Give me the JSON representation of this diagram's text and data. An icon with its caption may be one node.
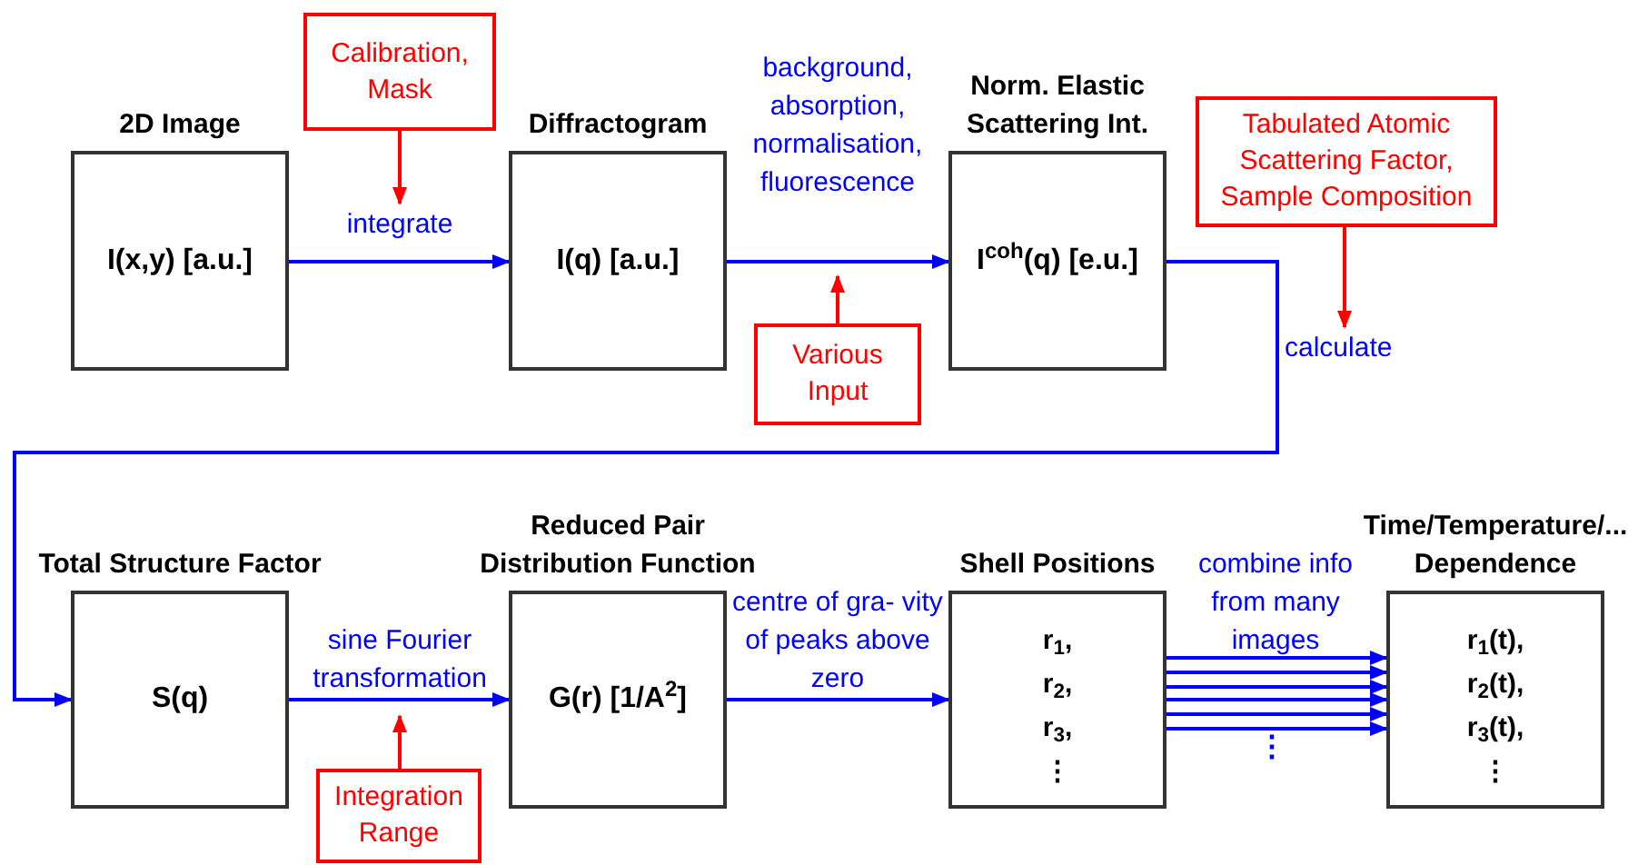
{
  "diagram": {
    "nodes": [
      {
        "text": [
          "2D Image",
          "I(x,y) [a.u.]"
        ]
      },
      {
        "text": [
          "Diffractogram",
          "I(q) [a.u.]"
        ]
      },
      {
        "text": [
          "Norm. Elastic Scattering Int.",
          "I$^{coh}$(q) [e.u.]"
        ]
      },
      {
        "text": [
          "Total Structure Factor",
          "S(q)"
        ]
      },
      {
        "text": [
          "Reduced Pair Distribution Function",
          "G(r) [1/A$^{2}$]"
        ]
      },
      {
        "text": [
          "Shell Positions",
          "r$_{1}$,",
          "r$_{2}$,",
          "r$_{3}$,",
          "⋮"
        ]
      },
      {
        "text": [
          "Time/Temperature/... Dependence",
          "r$_{1}$(t),",
          "r$_{2}$(t),",
          "r$_{3}$(t),",
          "⋮"
        ]
      },
      {
        "text": [
          "Calibration, Mask"
        ]
      },
      {
        "text": [
          "Various Input"
        ]
      },
      {
        "text": [
          "Tabulated Atomic Scattering Factor, Sample Composition"
        ]
      },
      {
        "text": [
          "Integration Range"
        ]
      }
    ],
    "edges": [
      {
        "from": 0,
        "to": 1,
        "arrow": "to",
        "label": "integrate"
      },
      {
        "from": 1,
        "to": 2,
        "arrow": "to",
        "label": "background, absorption, normalisation, fluorescence"
      },
      {
        "from": 2,
        "to": 3,
        "arrow": "to",
        "label": "calculate"
      },
      {
        "from": 3,
        "to": 4,
        "arrow": "to",
        "label": "sine Fourier transformation"
      },
      {
        "from": 4,
        "to": 5,
        "arrow": "to",
        "label": "centre of gra- vity of peaks above zero"
      },
      {
        "from": 5,
        "to": 6,
        "arrow": "to",
        "label": "combine info from many images"
      },
      {
        "from": 5,
        "to": 6,
        "arrow": "to"
      },
      {
        "from": 5,
        "to": 6,
        "arrow": "to"
      },
      {
        "from": 5,
        "to": 6,
        "arrow": "to"
      },
      {
        "from": 5,
        "to": 6,
        "arrow": "to"
      },
      {
        "from": 5,
        "to": 6,
        "arrow": "to"
      },
      {
        "from": 7,
        "to": null,
        "arrow": "to",
        "color": "#ff0000"
      },
      {
        "from": 8,
        "to": null,
        "arrow": "to",
        "color": "#ff0000"
      },
      {
        "from": 9,
        "to": null,
        "arrow": "to",
        "color": "#ff0000"
      },
      {
        "from": 10,
        "to": null,
        "arrow": "to",
        "color": "#ff0000"
      }
    ],
    "labels": [
      "⋮"
    ]
  }
}
